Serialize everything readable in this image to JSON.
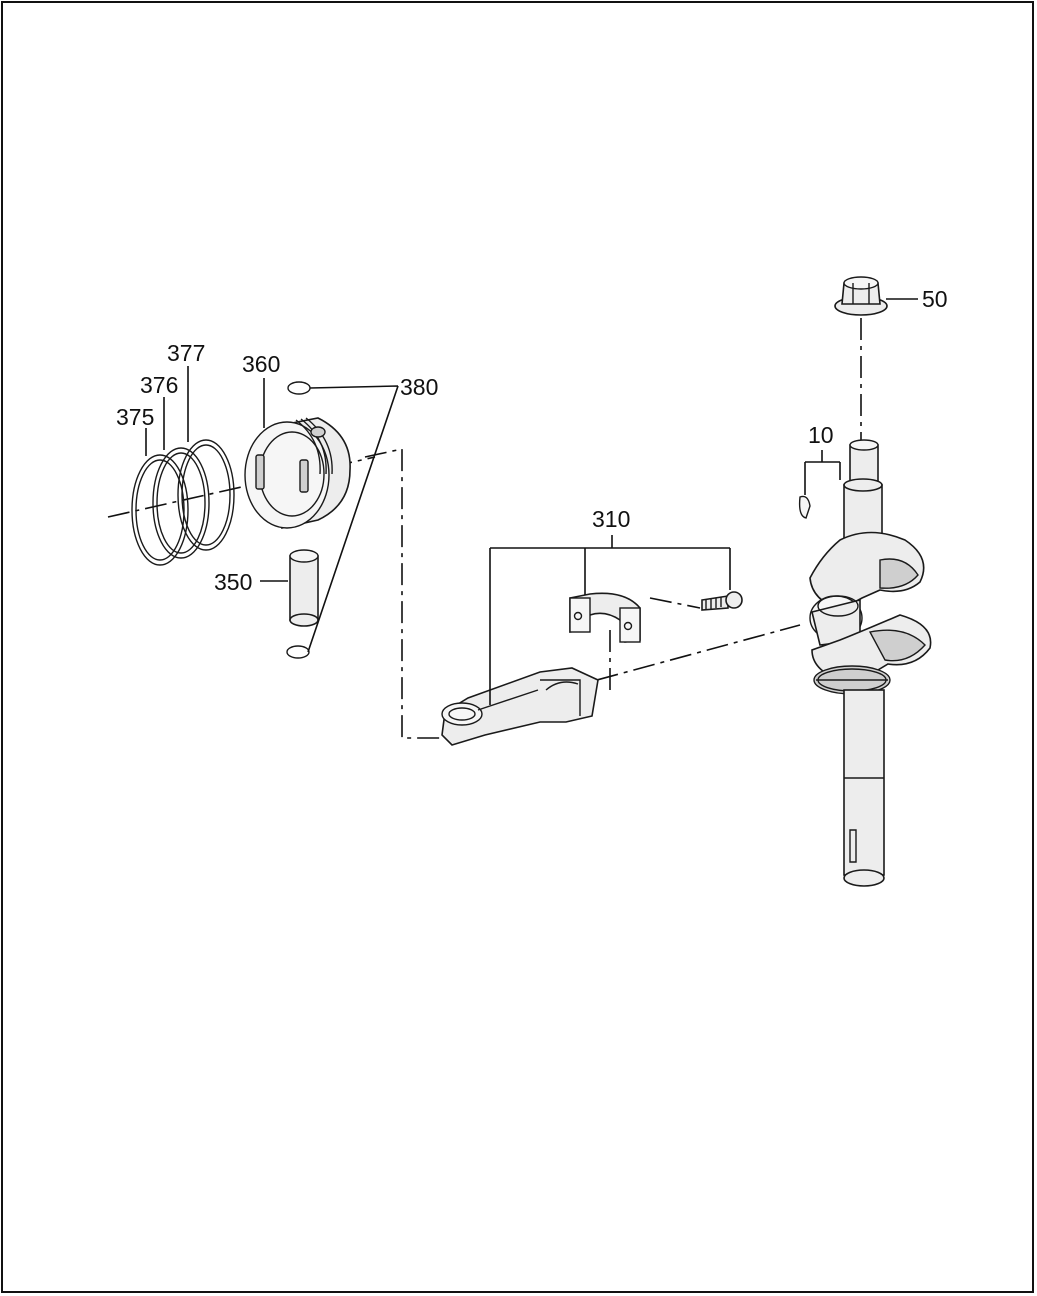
{
  "callouts": {
    "p10": "10",
    "p50": "50",
    "p310": "310",
    "p350": "350",
    "p360": "360",
    "p375": "375",
    "p376": "376",
    "p377": "377",
    "p380": "380"
  }
}
